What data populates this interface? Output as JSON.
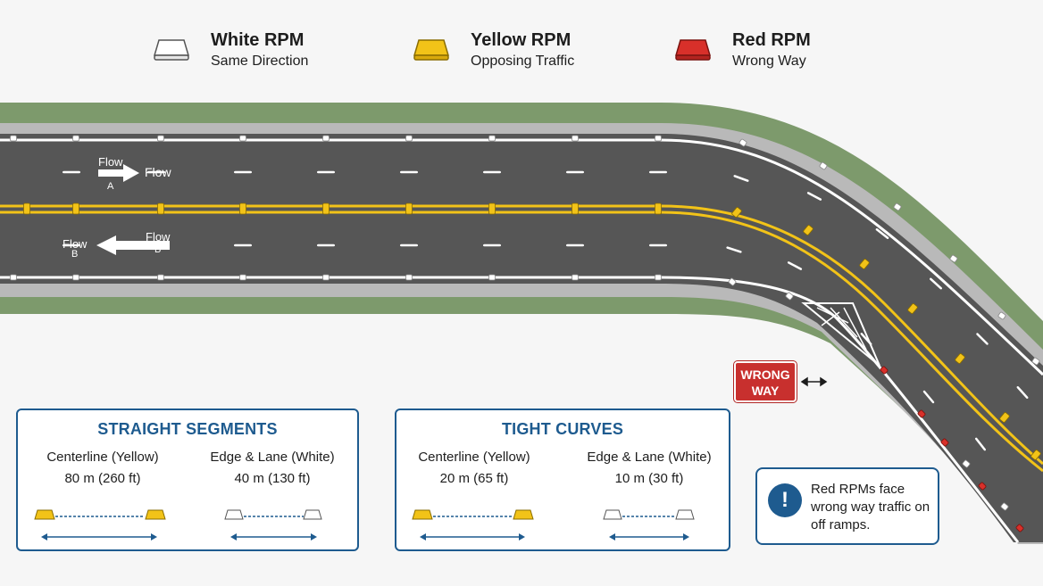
{
  "legend": [
    {
      "title": "White RPM",
      "subtitle": "Same Direction",
      "color": "#ffffff"
    },
    {
      "title": "Yellow RPM",
      "subtitle": "Opposing Traffic",
      "color": "#f2c318"
    },
    {
      "title": "Red RPM",
      "subtitle": "Wrong Way",
      "color": "#d8302a"
    }
  ],
  "flow": {
    "a_top": "Flow",
    "a_sub": "A",
    "a_right": "Flow",
    "b_top": "Flow",
    "b_sub": "B",
    "b_left": "Flow",
    "b_left_sub": "B"
  },
  "wrong_way_sign": {
    "line1": "WRONG",
    "line2": "WAY"
  },
  "panels": {
    "straight": {
      "title": "STRAIGHT SEGMENTS",
      "centerline_label": "Centerline (Yellow)",
      "centerline_spacing": "80 m (260 ft)",
      "edge_label": "Edge & Lane (White)",
      "edge_spacing": "40 m (130 ft)"
    },
    "curves": {
      "title": "TIGHT CURVES",
      "centerline_label": "Centerline (Yellow)",
      "centerline_spacing": "20 m (65 ft)",
      "edge_label": "Edge & Lane (White)",
      "edge_spacing": "10 m (30 ft)"
    }
  },
  "note": {
    "text": "Red RPMs face wrong way traffic on off ramps.",
    "icon": "exclamation-icon"
  },
  "colors": {
    "grass": "#7d9a6c",
    "shoulder": "#b9b9b9",
    "asphalt": "#565656",
    "yellow": "#f2c318",
    "white": "#ffffff",
    "red": "#d8302a",
    "accent": "#1e5b8f"
  }
}
